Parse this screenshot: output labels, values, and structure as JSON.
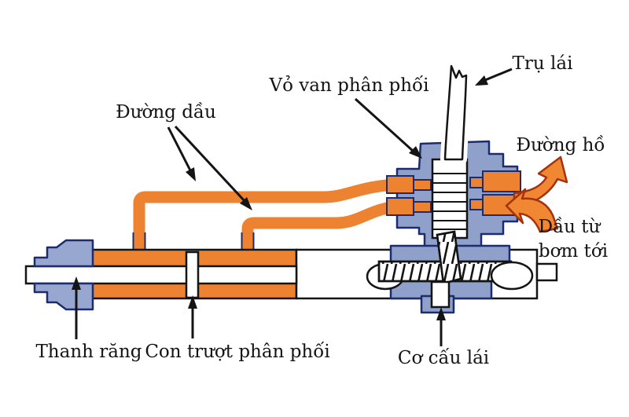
{
  "figure": {
    "type": "technical-cutaway-diagram",
    "subject": "Hydraulic power steering rack and distribution valve cross-section",
    "language": "vi"
  },
  "labels": {
    "oil_lines": "Đường dầu",
    "valve_housing": "Vỏ van phân phối",
    "steering_column": "Trụ lái",
    "return_line": "Đường hồ",
    "oil_from_pump_line1": "Dầu từ",
    "oil_from_pump_line2": "bơm tới",
    "rack": "Thanh răng",
    "distribution_slider": "Con trượt phân phối",
    "steering_gear": "Cơ cấu lái"
  },
  "colors": {
    "oil_orange": "#ED8330",
    "flow_arrow_orange": "#F18633",
    "flow_arrow_outline": "#A3320F",
    "housing_blue": "#8FA0CA",
    "housing_outline": "#1C2C6E",
    "line_black": "#141414",
    "background": "#FFFFFF"
  }
}
